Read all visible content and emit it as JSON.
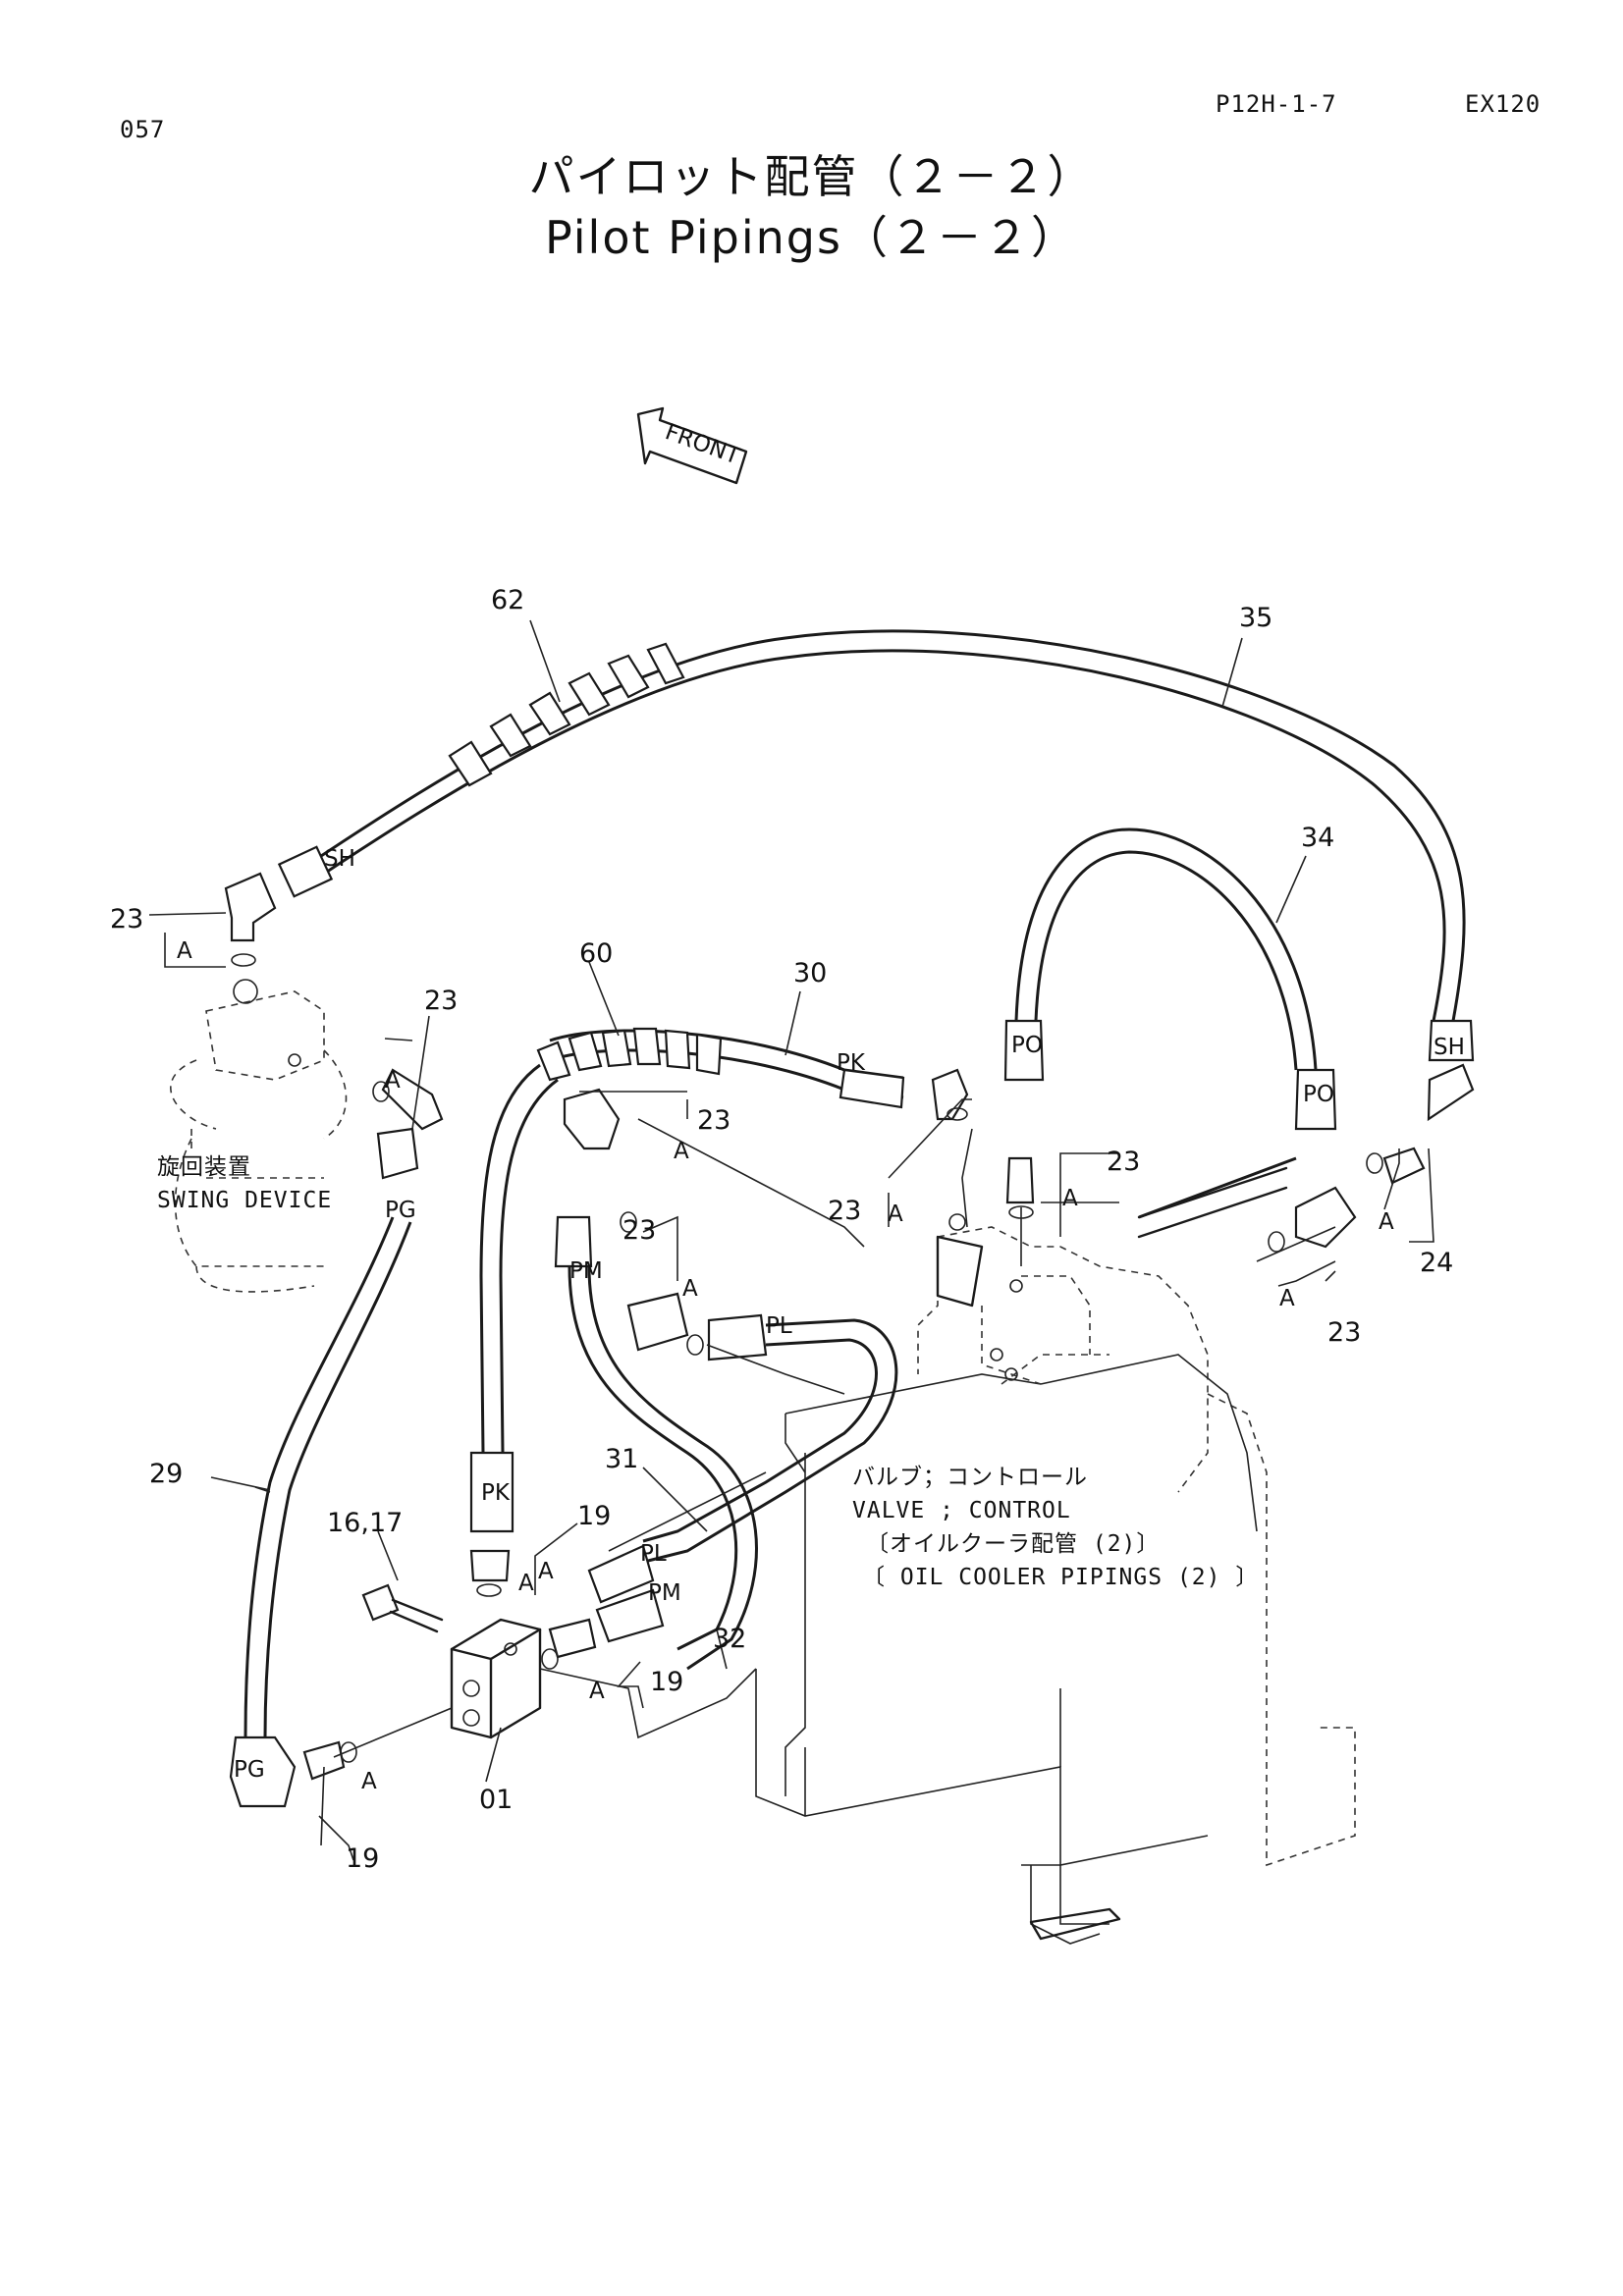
{
  "header": {
    "page_no": "057",
    "ref_code": "P12H-1-7",
    "model": "EX120",
    "title_jp": "パイロット配管（２－２）",
    "title_en": "Pilot Pipings（２－２）"
  },
  "front_marker": "FRONT",
  "callouts": {
    "c62": "62",
    "c35": "35",
    "c34": "34",
    "c30": "30",
    "c60": "60",
    "c23_top_left": "23",
    "c23_swing": "23",
    "c23_mid": "23",
    "c23_fit": "23",
    "c23_valve_top": "23",
    "c23_po": "23",
    "c23_right": "23",
    "c24": "24",
    "c29": "29",
    "c31": "31",
    "c32": "32",
    "c16_17": "16,17",
    "c19_upper": "19",
    "c19_block": "19",
    "c19_bottom": "19",
    "c01": "01"
  },
  "o_ring_marks": {
    "a1": "A",
    "a2": "A",
    "a3": "A",
    "a4": "A",
    "a5": "A",
    "a6": "A",
    "a7": "A",
    "a8": "A",
    "a9": "A",
    "a10": "A",
    "a11": "A",
    "a12": "A"
  },
  "ports": {
    "sh_left": "SH",
    "sh_right": "SH",
    "pk_top": "PK",
    "pk_bottom": "PK",
    "po_top": "PO",
    "po_bottom": "PO",
    "pg_top": "PG",
    "pg_bottom": "PG",
    "pm_top": "PM",
    "pm_bottom": "PM",
    "pl_top": "PL",
    "pl_bottom": "PL"
  },
  "components": {
    "swing_jp": "旋回装置",
    "swing_en": "SWING DEVICE",
    "valve_jp": "バルブ；コントロール",
    "valve_en": "VALVE ; CONTROL",
    "cooler_jp": "〔オイルクーラ配管 (2)〕",
    "cooler_en": "〔 OIL  COOLER  PIPINGS (2) 〕"
  }
}
